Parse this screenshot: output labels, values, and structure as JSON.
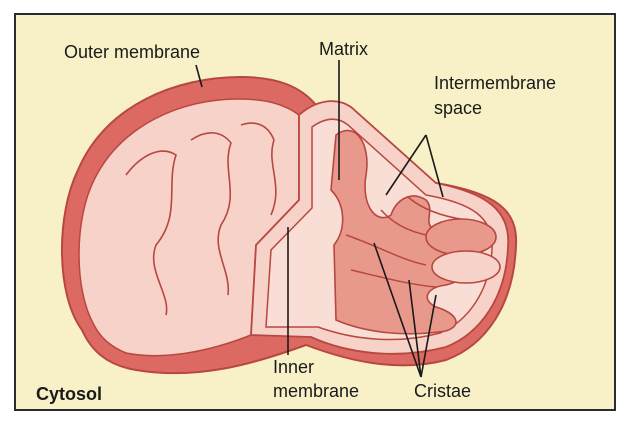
{
  "figure": {
    "labels": {
      "outer_membrane": "Outer membrane",
      "matrix": "Matrix",
      "intermembrane_space_line1": "Intermembrane",
      "intermembrane_space_line2": "space",
      "inner_membrane_line1": "Inner",
      "inner_membrane_line2": "membrane",
      "cristae": "Cristae",
      "cytosol": "Cytosol"
    },
    "colors": {
      "background": "#f8f1c7",
      "outer_membrane": "#dc6a62",
      "intermembrane_space": "#f7d2c9",
      "matrix": "#e9998c",
      "outline": "#b8473f",
      "leader_line": "#1a1a1a"
    }
  }
}
